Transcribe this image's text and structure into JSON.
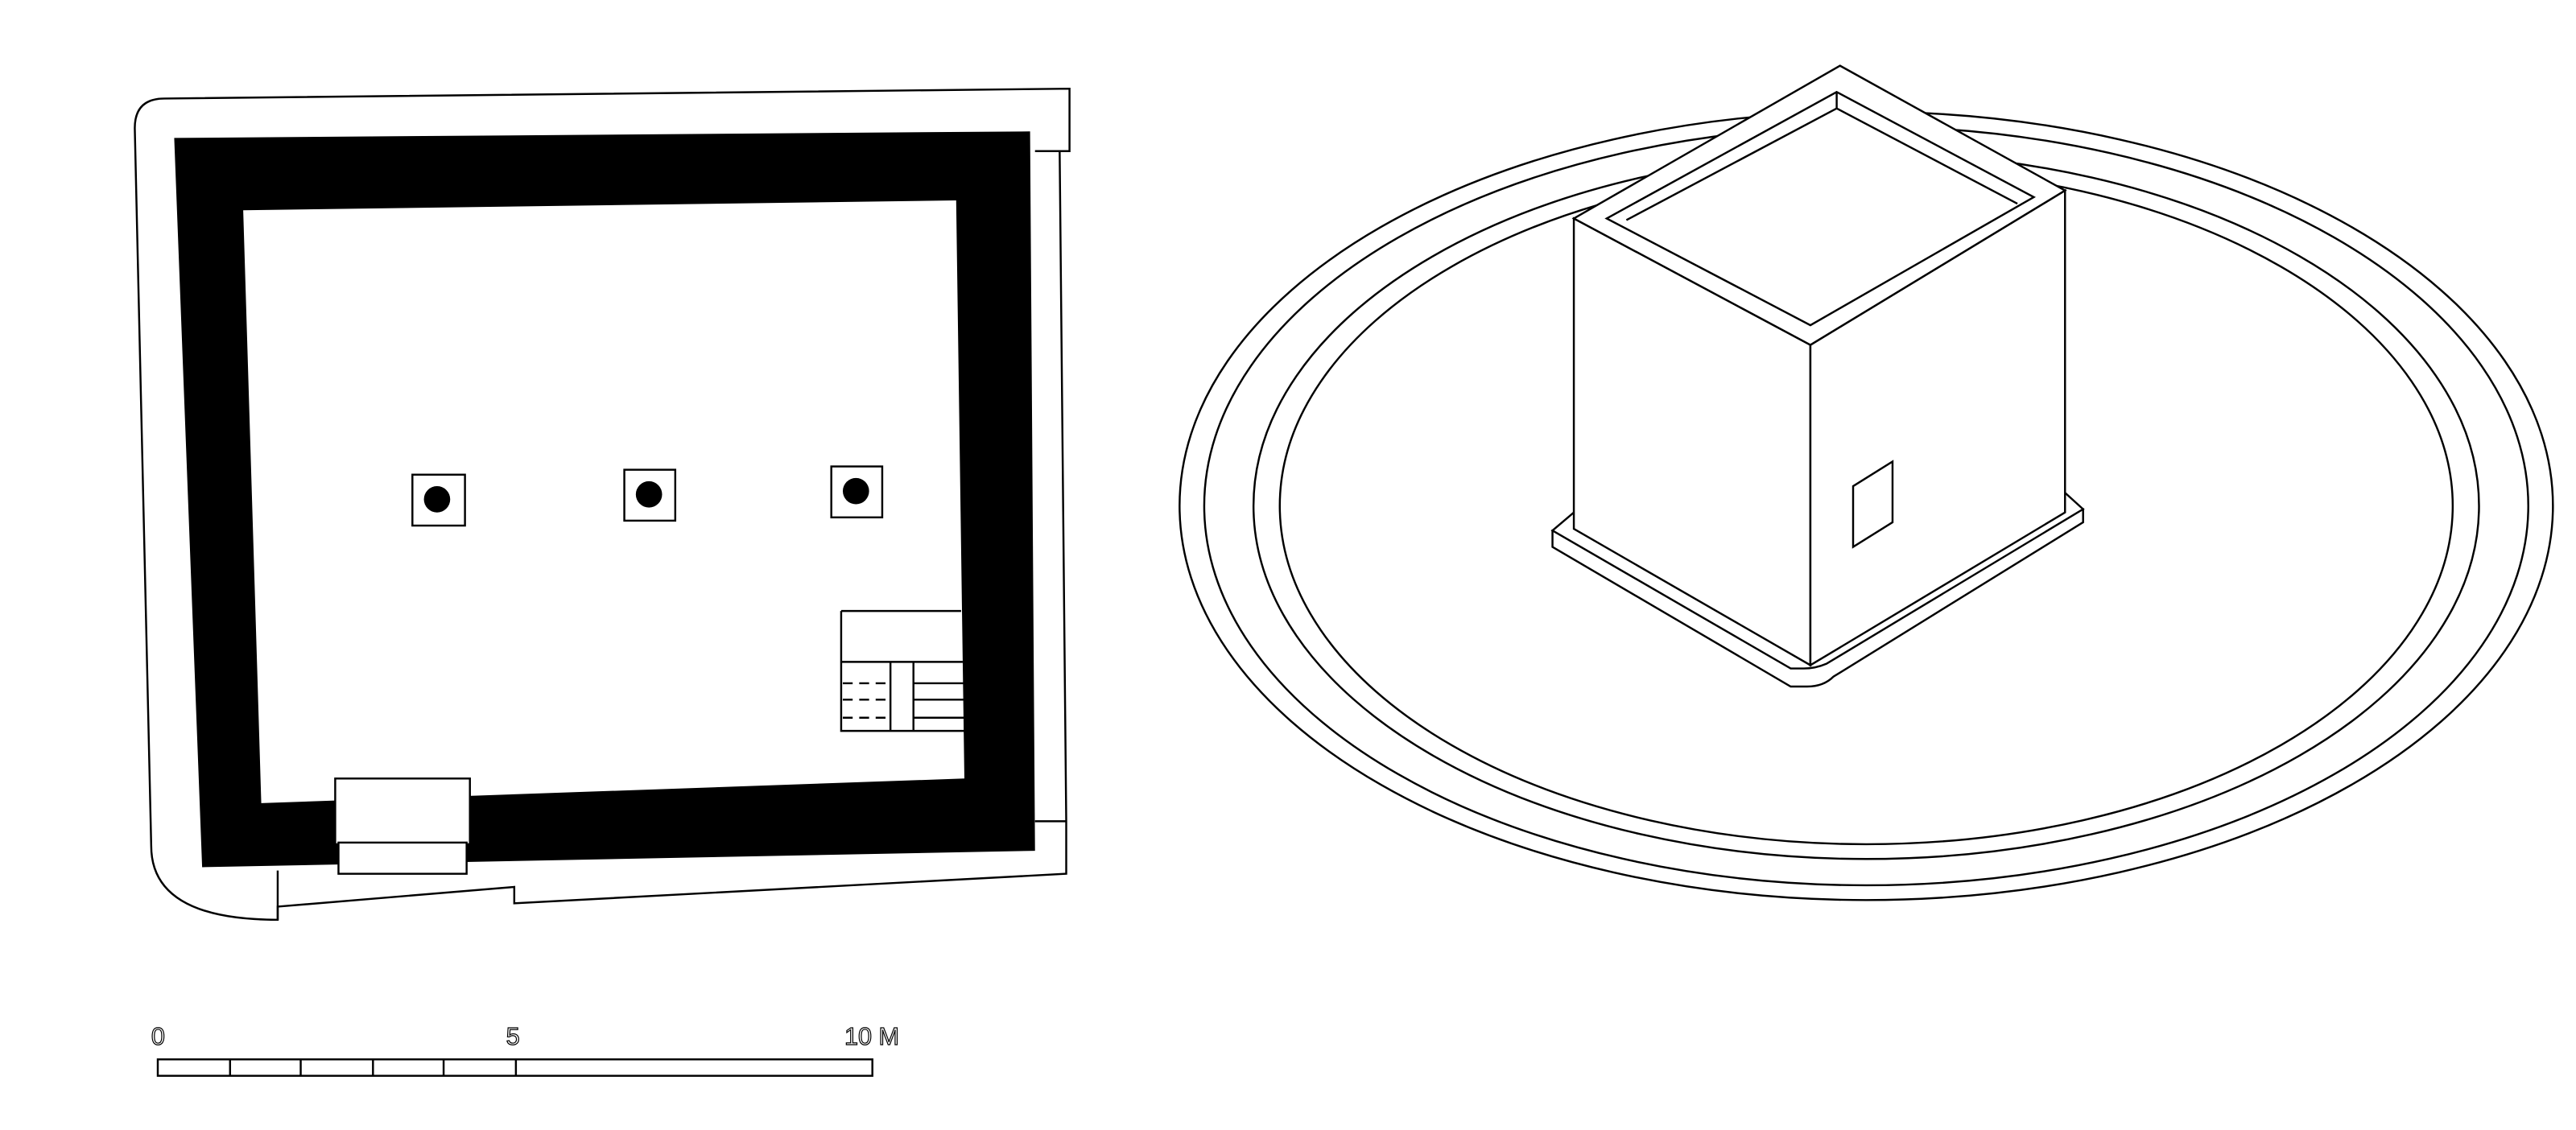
{
  "scale_bar": {
    "labels": {
      "start": "0",
      "mid": "5",
      "end": "10 M"
    },
    "max_meters": 10,
    "fine_divisions": 5
  },
  "colors": {
    "line": "#000000",
    "wall_fill": "#000000",
    "background": "#ffffff"
  }
}
